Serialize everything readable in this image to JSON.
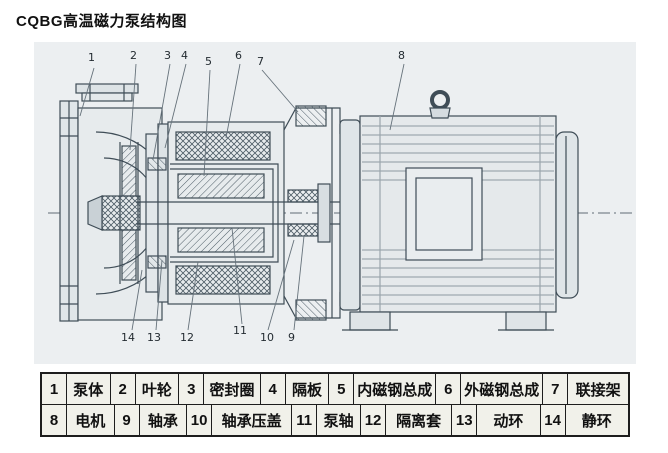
{
  "title": "CQBG高温磁力泵结构图",
  "diagram": {
    "callouts": [
      "1",
      "2",
      "3",
      "4",
      "5",
      "6",
      "7",
      "8",
      "9",
      "10",
      "11",
      "12",
      "13",
      "14"
    ]
  },
  "table": {
    "rows": [
      {
        "cells": [
          {
            "num": "1",
            "name": "泵体"
          },
          {
            "num": "2",
            "name": "叶轮"
          },
          {
            "num": "3",
            "name": "密封圈"
          },
          {
            "num": "4",
            "name": "隔板"
          },
          {
            "num": "5",
            "name": "内磁钢总成"
          },
          {
            "num": "6",
            "name": "外磁钢总成"
          },
          {
            "num": "7",
            "name": "联接架"
          }
        ]
      },
      {
        "cells": [
          {
            "num": "8",
            "name": "电机"
          },
          {
            "num": "9",
            "name": "轴承"
          },
          {
            "num": "10",
            "name": "轴承压盖"
          },
          {
            "num": "11",
            "name": "泵轴"
          },
          {
            "num": "12",
            "name": "隔离套"
          },
          {
            "num": "13",
            "name": "动环"
          },
          {
            "num": "14",
            "name": "静环"
          }
        ]
      }
    ]
  },
  "colors": {
    "line": "#3f4d57",
    "table_bg": "#f1f1ea",
    "wash_bg": "#eceff1",
    "text": "#111111"
  }
}
